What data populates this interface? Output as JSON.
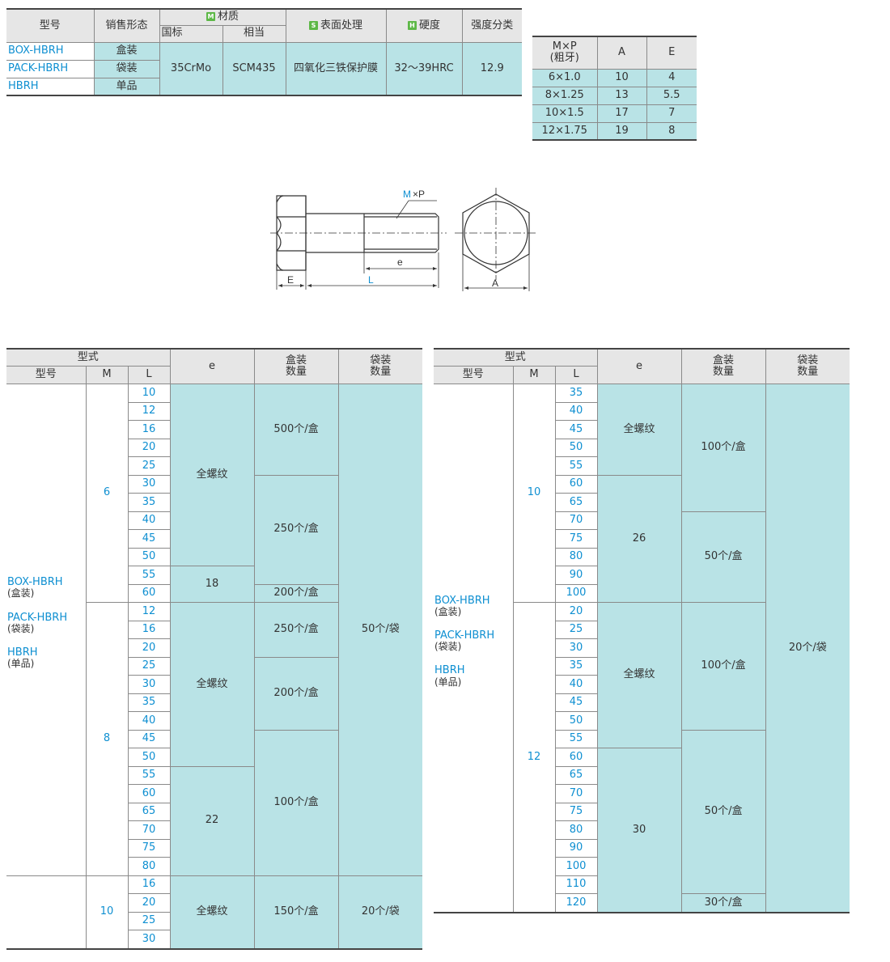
{
  "spec_table": {
    "headers": {
      "model": "型号",
      "sales_form": "销售形态",
      "material": "材质",
      "material_badge": "M",
      "material_sub": [
        "国标",
        "相当"
      ],
      "surface": "表面处理",
      "surface_badge": "S",
      "hardness": "硬度",
      "hardness_badge": "H",
      "strength": "强度分类"
    },
    "rows": [
      {
        "model": "BOX-HBRH",
        "form": "盒装"
      },
      {
        "model": "PACK-HBRH",
        "form": "袋装"
      },
      {
        "model": "HBRH",
        "form": "单品"
      }
    ],
    "material_gb": "35CrMo",
    "material_eq": "SCM435",
    "surface": "四氧化三铁保护膜",
    "hardness": "32～39HRC",
    "strength": "12.9"
  },
  "size_table": {
    "headers": {
      "mp": "M×P",
      "mp_sub": "(粗牙)",
      "a": "A",
      "e": "E"
    },
    "rows": [
      {
        "mp": "6×1.0",
        "a": "10",
        "e": "4"
      },
      {
        "mp": "8×1.25",
        "a": "13",
        "e": "5.5"
      },
      {
        "mp": "10×1.5",
        "a": "17",
        "e": "7"
      },
      {
        "mp": "12×1.75",
        "a": "19",
        "e": "8"
      }
    ]
  },
  "drawing": {
    "label_mp_m": "M",
    "label_mp_p": "×P",
    "label_e_small": "e",
    "label_E": "E",
    "label_L": "L",
    "label_A": "A"
  },
  "main_headers": {
    "type": "型式",
    "model": "型号",
    "m": "M",
    "l": "L",
    "e": "e",
    "box_qty_1": "盒装",
    "box_qty_2": "数量",
    "bag_qty_1": "袋装",
    "bag_qty_2": "数量"
  },
  "models": [
    {
      "name": "BOX-HBRH",
      "sub": "(盒装)"
    },
    {
      "name": "PACK-HBRH",
      "sub": "(袋装)"
    },
    {
      "name": "HBRH",
      "sub": "(单品)"
    }
  ],
  "left_table": {
    "m_values": [
      "6",
      "8",
      "10"
    ],
    "l_values": [
      "10",
      "12",
      "16",
      "20",
      "25",
      "30",
      "35",
      "40",
      "45",
      "50",
      "55",
      "60",
      "12",
      "16",
      "20",
      "25",
      "30",
      "35",
      "40",
      "45",
      "50",
      "55",
      "60",
      "65",
      "70",
      "75",
      "80",
      "16",
      "20",
      "25",
      "30"
    ],
    "e_values": [
      "全螺纹",
      "18",
      "全螺纹",
      "22",
      "全螺纹"
    ],
    "box_values": [
      "500个/盒",
      "250个/盒",
      "200个/盒",
      "250个/盒",
      "200个/盒",
      "100个/盒",
      "150个/盒"
    ],
    "bag_values": [
      "50个/袋",
      "20个/袋"
    ]
  },
  "right_table": {
    "m_values": [
      "10",
      "12"
    ],
    "l_values": [
      "35",
      "40",
      "45",
      "50",
      "55",
      "60",
      "65",
      "70",
      "75",
      "80",
      "90",
      "100",
      "20",
      "25",
      "30",
      "35",
      "40",
      "45",
      "50",
      "55",
      "60",
      "65",
      "70",
      "75",
      "80",
      "90",
      "100",
      "110",
      "120"
    ],
    "e_values": [
      "全螺纹",
      "26",
      "全螺纹",
      "30"
    ],
    "box_values": [
      "100个/盒",
      "50个/盒",
      "100个/盒",
      "50个/盒",
      "30个/盒"
    ],
    "bag_values": [
      "20个/袋"
    ]
  },
  "colors": {
    "accent_blue": "#0e8fd1",
    "cell_teal": "#b9e3e6",
    "header_gray": "#e6e6e6",
    "badge_green": "#5db847"
  }
}
